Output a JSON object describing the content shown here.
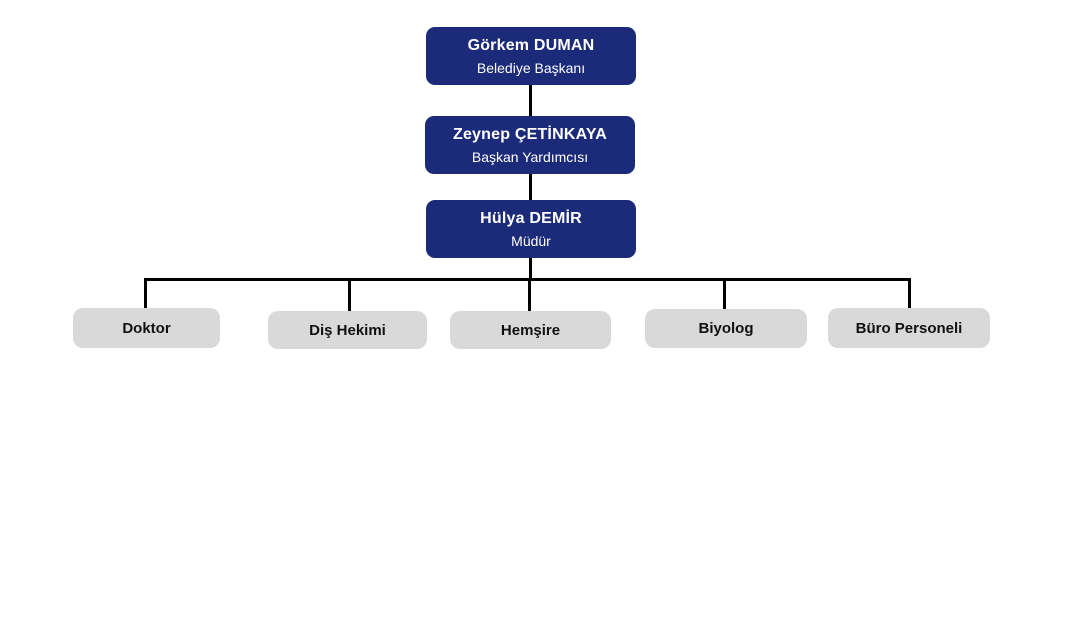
{
  "org": {
    "managers": [
      {
        "name": "Görkem DUMAN",
        "title": "Belediye Başkanı"
      },
      {
        "name": "Zeynep ÇETİNKAYA",
        "title": "Başkan Yardımcısı"
      },
      {
        "name": "Hülya DEMİR",
        "title": "Müdür"
      }
    ],
    "staff": [
      {
        "label": "Doktor"
      },
      {
        "label": "Diş Hekimi"
      },
      {
        "label": "Hemşire"
      },
      {
        "label": "Biyolog"
      },
      {
        "label": "Büro Personeli"
      }
    ]
  },
  "colors": {
    "manager_box": "#1B2B7A",
    "manager_text": "#FFFFFF",
    "staff_box": "#D9D9D9",
    "staff_text": "#111111",
    "connector": "#000000",
    "background": "#FFFFFF"
  }
}
